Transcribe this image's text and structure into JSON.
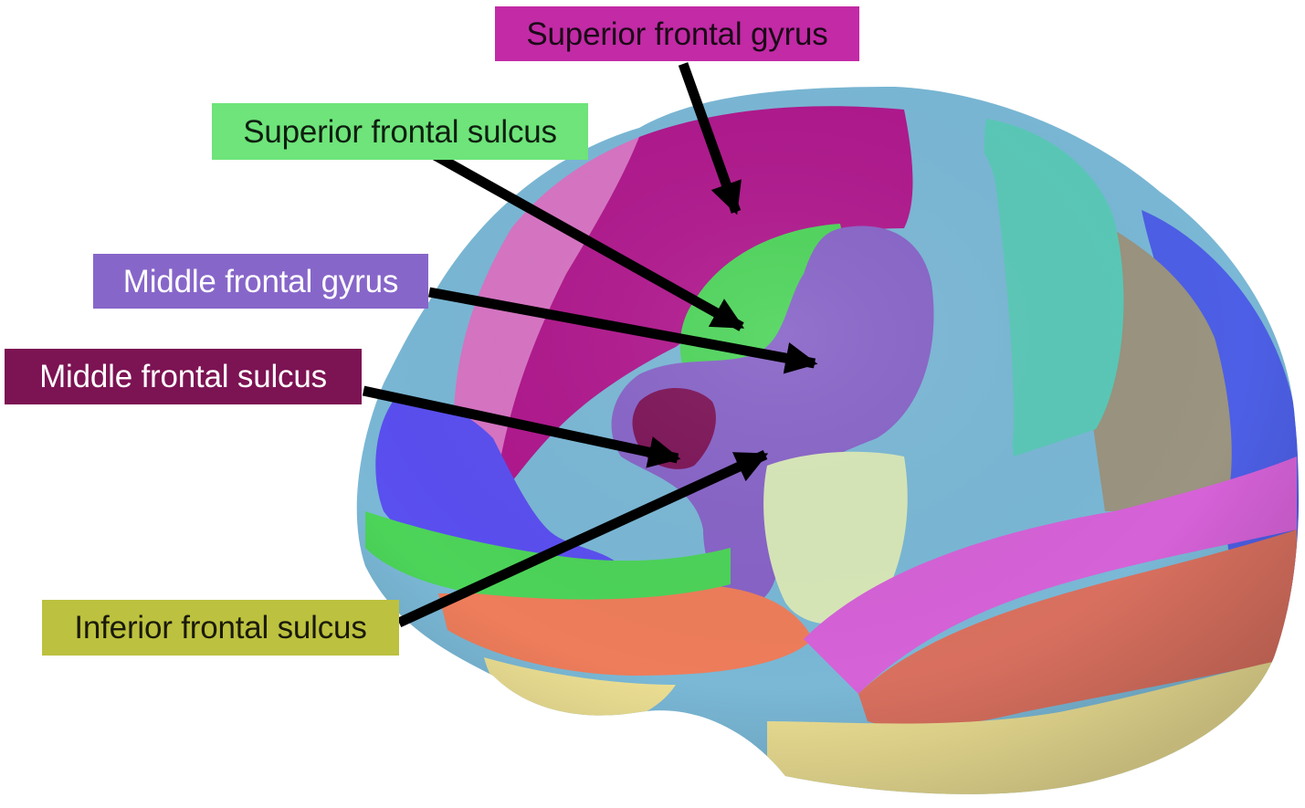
{
  "labels": {
    "superior_frontal_gyrus": {
      "text": "Superior frontal gyrus",
      "bg": "#c22aa6",
      "fg": "#1b0a17"
    },
    "superior_frontal_sulcus": {
      "text": "Superior frontal sulcus",
      "bg": "#6ee47a",
      "fg": "#0f1f10"
    },
    "middle_frontal_gyrus": {
      "text": "Middle frontal gyrus",
      "bg": "#8766c9",
      "fg": "#ffffff"
    },
    "middle_frontal_sulcus": {
      "text": "Middle frontal sulcus",
      "bg": "#7c1353",
      "fg": "#ffffff"
    },
    "inferior_frontal_sulcus": {
      "text": "Inferior frontal sulcus",
      "bg": "#bcc13f",
      "fg": "#1a1a0a"
    }
  },
  "palette": {
    "arrow": "#000000",
    "superior_frontal_gyrus": "#b0178d",
    "superior_frontal_sulcus": "#4cd459",
    "middle_frontal_gyrus": "#8763c8",
    "middle_frontal_sulcus": "#7d1357",
    "inferior_frontal_sulcus": "#d8e8b8",
    "precentral": "#7ab8d6",
    "postcentral": "#5ac9b8",
    "parietal": "#9a9480",
    "temporal": "#d662d8",
    "inferior_temporal": "#d9705f",
    "lower": "#ecdf93",
    "orbital": "#ee7d5b",
    "frontal_pole_blue": "#5a4ff0",
    "frontal_pink": "#d874c4",
    "occipital_blue": "#4d5fe6"
  }
}
